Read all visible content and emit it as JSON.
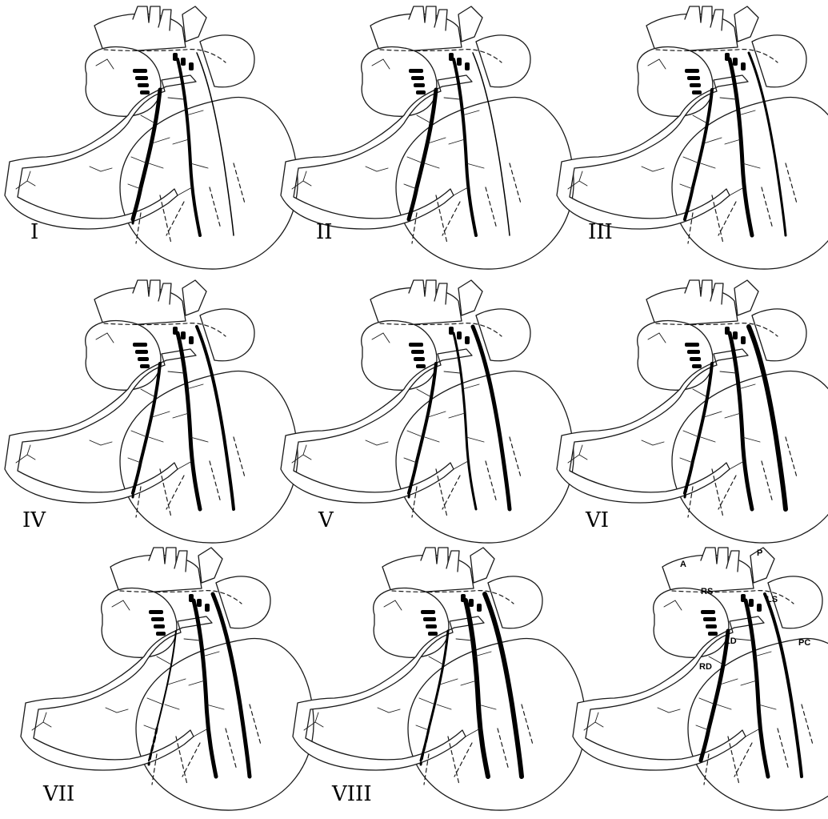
{
  "panels": [
    {
      "numeral": "I"
    },
    {
      "numeral": "II"
    },
    {
      "numeral": "III"
    },
    {
      "numeral": "IV"
    },
    {
      "numeral": "V"
    },
    {
      "numeral": "VI"
    },
    {
      "numeral": "VII"
    },
    {
      "numeral": "VIII"
    },
    {
      "numeral": ""
    }
  ],
  "key_labels": {
    "aorta": "A",
    "pulmonary": "P",
    "right_septal": "RS",
    "left_septal": "LS",
    "left_descending": "LD",
    "right_descending": "RD",
    "posterior_circumflex": "PC"
  }
}
